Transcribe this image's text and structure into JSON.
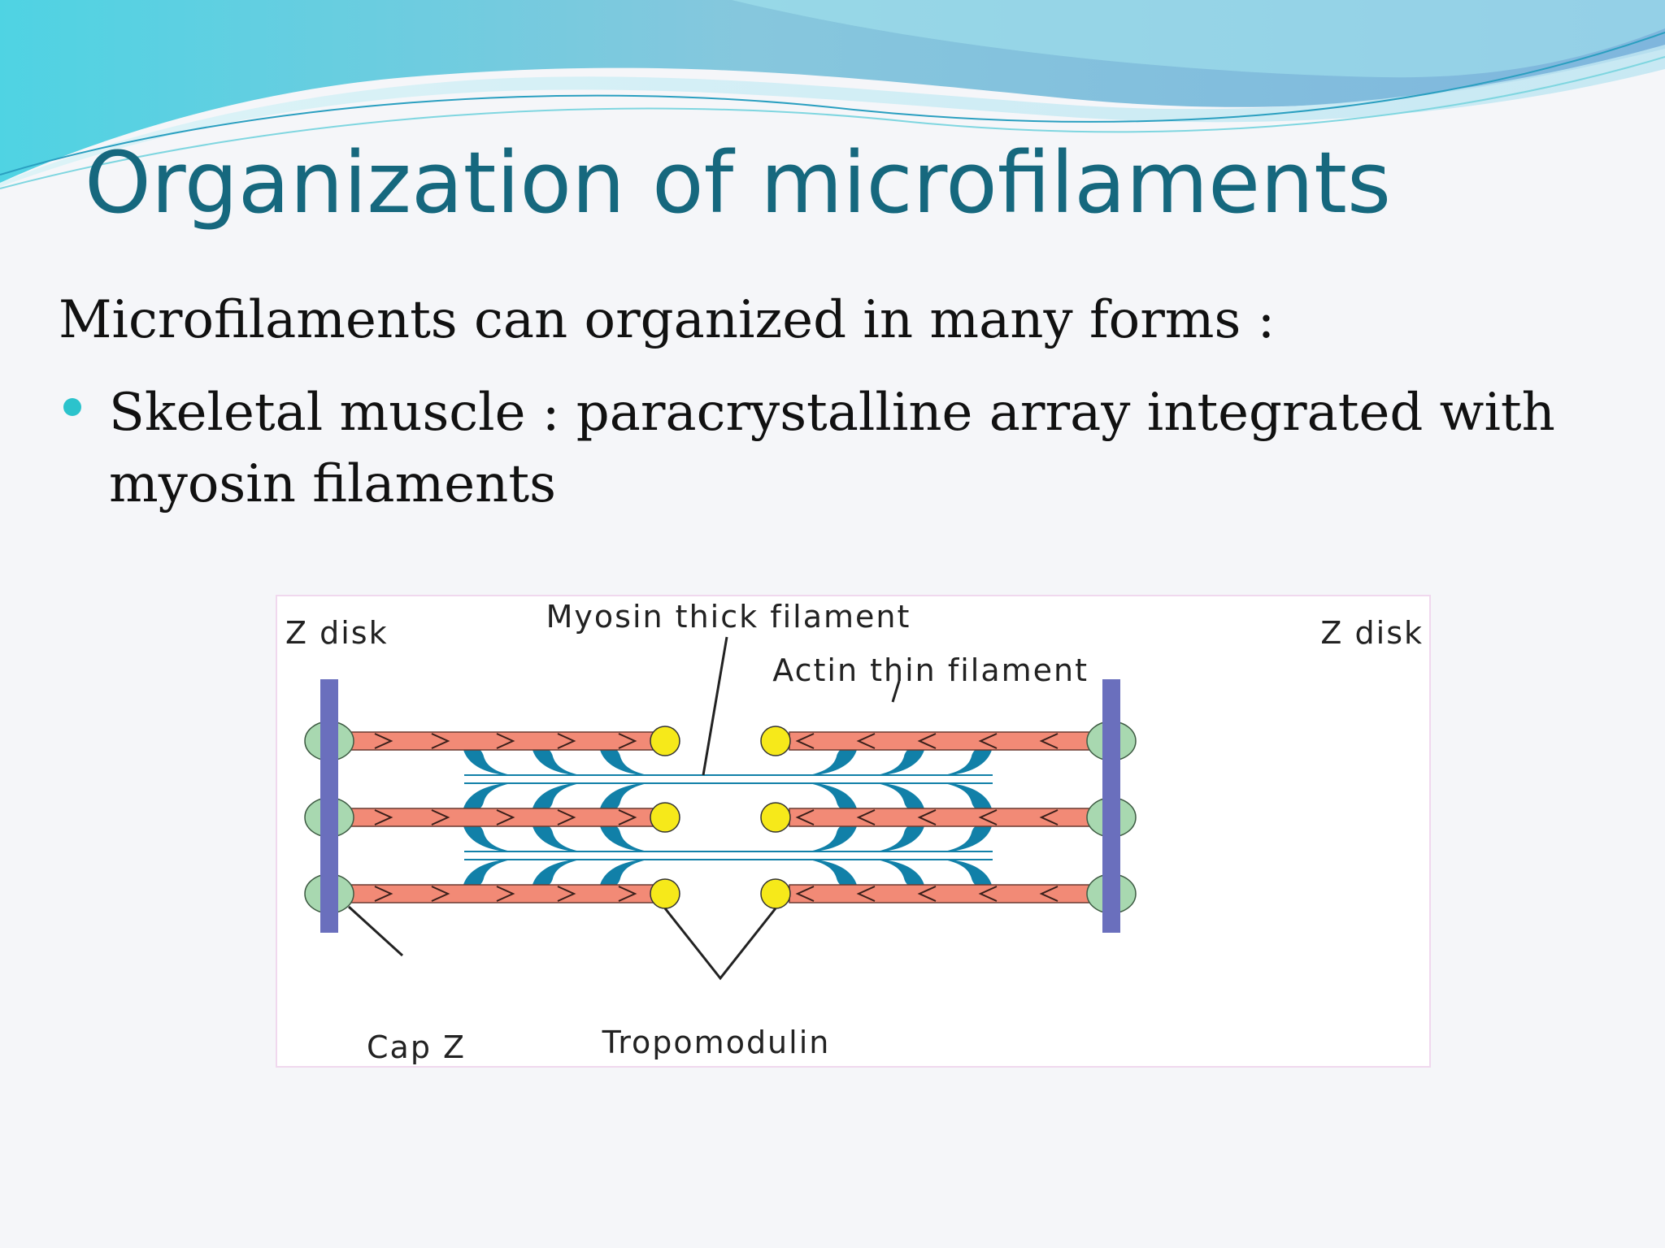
{
  "slide": {
    "title": "Organization of microfilaments",
    "intro": "Microfilaments can organized in many forms :",
    "bullets": [
      {
        "text": "Skeletal muscle : paracrystalline array integrated with myosin filaments"
      }
    ]
  },
  "diagram": {
    "labels": {
      "z_disk_left": "Z disk",
      "z_disk_right": "Z disk",
      "myosin": "Myosin thick filament",
      "actin": "Actin thin filament",
      "cap_z": "Cap Z",
      "tropomodulin": "Tropomodulin"
    }
  },
  "colors": {
    "title": "#16687e",
    "bullet": "#2bc3cc",
    "z_disk": "#6a6fbd",
    "cap_z": "#a8d8b0",
    "actin": "#f28a76",
    "myosin": "#1180a8",
    "tropomodulin": "#f6e91a"
  }
}
